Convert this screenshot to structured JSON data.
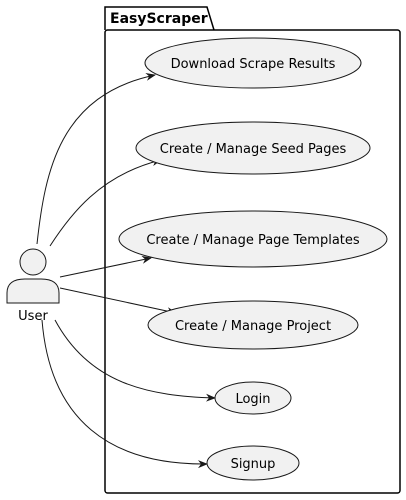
{
  "package": {
    "title": "EasyScraper"
  },
  "actor": {
    "label": "User"
  },
  "use_cases": [
    {
      "id": "download",
      "label": "Download Scrape Results"
    },
    {
      "id": "seed",
      "label": "Create / Manage Seed Pages"
    },
    {
      "id": "templates",
      "label": "Create / Manage Page Templates"
    },
    {
      "id": "project",
      "label": "Create / Manage Project"
    },
    {
      "id": "login",
      "label": "Login"
    },
    {
      "id": "signup",
      "label": "Signup"
    }
  ],
  "colors": {
    "ellipse_fill": "#f1f1f1",
    "ellipse_stroke": "#181818",
    "line": "#181818"
  }
}
